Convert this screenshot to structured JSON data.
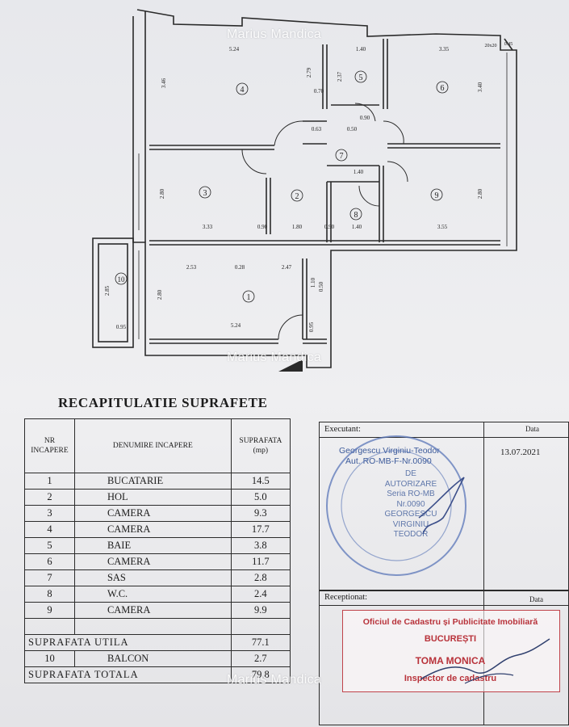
{
  "watermark": "Marius Mandica",
  "floor_plan": {
    "rooms": [
      "1",
      "2",
      "3",
      "4",
      "5",
      "6",
      "7",
      "8",
      "9",
      "10"
    ],
    "dimensions": [
      "5.24",
      "3.46",
      "2.79",
      "0.70",
      "1.40",
      "2.37",
      "3.35",
      "3.40",
      "0.63",
      "0.90",
      "0.50",
      "1.40",
      "2.80",
      "3.33",
      "0.90",
      "1.80",
      "0.90",
      "1.40",
      "3.55",
      "2.80",
      "2.53",
      "0.28",
      "2.47",
      "2.80",
      "5.24",
      "2.85",
      "0.95",
      "20x20",
      "0.45",
      "1.10",
      "0.50",
      "0.95"
    ]
  },
  "recap": {
    "title": "RECAPITULATIE SUPRAFETE",
    "col_nr": "NR INCAPERE",
    "col_name": "DENUMIRE INCAPERE",
    "col_area": "SUPRAFATA (mp)",
    "rows": [
      {
        "nr": "1",
        "name": "BUCATARIE",
        "area": "14.5"
      },
      {
        "nr": "2",
        "name": "HOL",
        "area": "5.0"
      },
      {
        "nr": "3",
        "name": "CAMERA",
        "area": "9.3"
      },
      {
        "nr": "4",
        "name": "CAMERA",
        "area": "17.7"
      },
      {
        "nr": "5",
        "name": "BAIE",
        "area": "3.8"
      },
      {
        "nr": "6",
        "name": "CAMERA",
        "area": "11.7"
      },
      {
        "nr": "7",
        "name": "SAS",
        "area": "2.8"
      },
      {
        "nr": "8",
        "name": "W.C.",
        "area": "2.4"
      },
      {
        "nr": "9",
        "name": "CAMERA",
        "area": "9.9"
      }
    ],
    "util_label": "SUPRAFATA UTILA",
    "util_value": "77.1",
    "balcon_nr": "10",
    "balcon_name": "BALCON",
    "balcon_value": "2.7",
    "total_label": "SUPRAFATA TOTALA",
    "total_value": "79.8"
  },
  "executant": {
    "label": "Executant:",
    "date_label": "Data",
    "name": "Georgescu Virginiu-Teodor",
    "aut": "Aut. RO-MB-F-Nr.0090",
    "date": "13.07.2021",
    "stamp_lines": [
      "DE",
      "AUTORIZARE",
      "Seria RO-MB",
      "Nr.0090",
      "GEORGESCU",
      "VIRGINIU",
      "TEODOR"
    ]
  },
  "receptionat": {
    "label": "Receptionat:",
    "date_label": "Data",
    "stamp_line1": "Oficiul de Cadastru și Publicitate Imobiliară",
    "stamp_line2": "BUCUREȘTI",
    "stamp_line3": "TOMA MONICA",
    "stamp_line4": "Inspector de cadastru"
  }
}
